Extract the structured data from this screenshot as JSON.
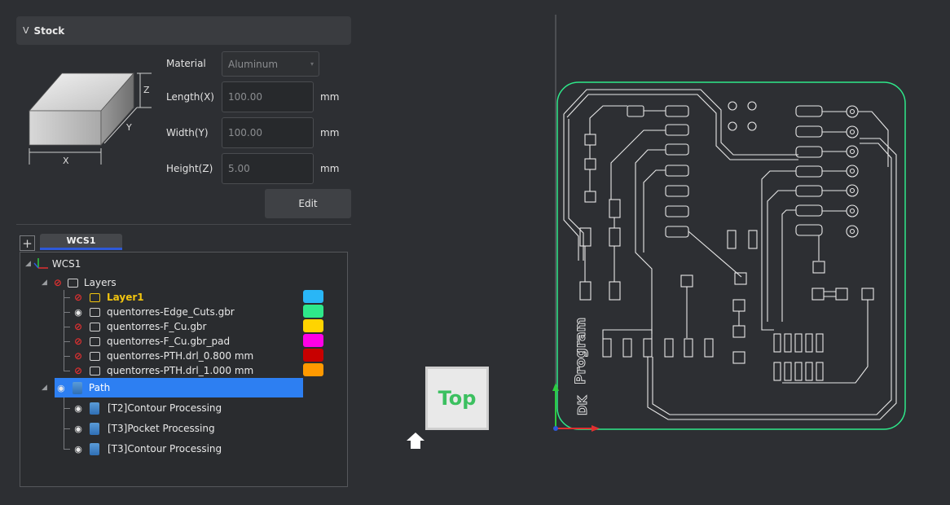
{
  "stock": {
    "title": "Stock",
    "material_label": "Material",
    "material_value": "Aluminum",
    "length_label": "Length(X)",
    "length_value": "100.00",
    "width_label": "Width(Y)",
    "width_value": "100.00",
    "height_label": "Height(Z)",
    "height_value": "5.00",
    "unit": "mm",
    "edit_label": "Edit",
    "axis_x": "X",
    "axis_y": "Y",
    "axis_z": "Z"
  },
  "wcs": {
    "tab_label": "WCS1",
    "add_label": "+"
  },
  "tree": {
    "root": "WCS1",
    "layers_label": "Layers",
    "layers": [
      {
        "name": "Layer1",
        "color": "#29b6f6",
        "active": true
      },
      {
        "name": "quentorres-Edge_Cuts.gbr",
        "color": "#2ee88a",
        "active": false
      },
      {
        "name": "quentorres-F_Cu.gbr",
        "color": "#ffd400",
        "active": false
      },
      {
        "name": "quentorres-F_Cu.gbr_pad",
        "color": "#ff00e6",
        "active": false
      },
      {
        "name": "quentorres-PTH.drl_0.800 mm",
        "color": "#c80000",
        "active": false
      },
      {
        "name": "quentorres-PTH.drl_1.000 mm",
        "color": "#ff9900",
        "active": false
      }
    ],
    "path_label": "Path",
    "paths": [
      {
        "name": "[T2]Contour Processing"
      },
      {
        "name": "[T3]Pocket Processing"
      },
      {
        "name": "[T3]Contour Processing"
      }
    ]
  },
  "viewport": {
    "view_cube_label": "Top",
    "board_text": "Program",
    "board_logo": "DK"
  }
}
